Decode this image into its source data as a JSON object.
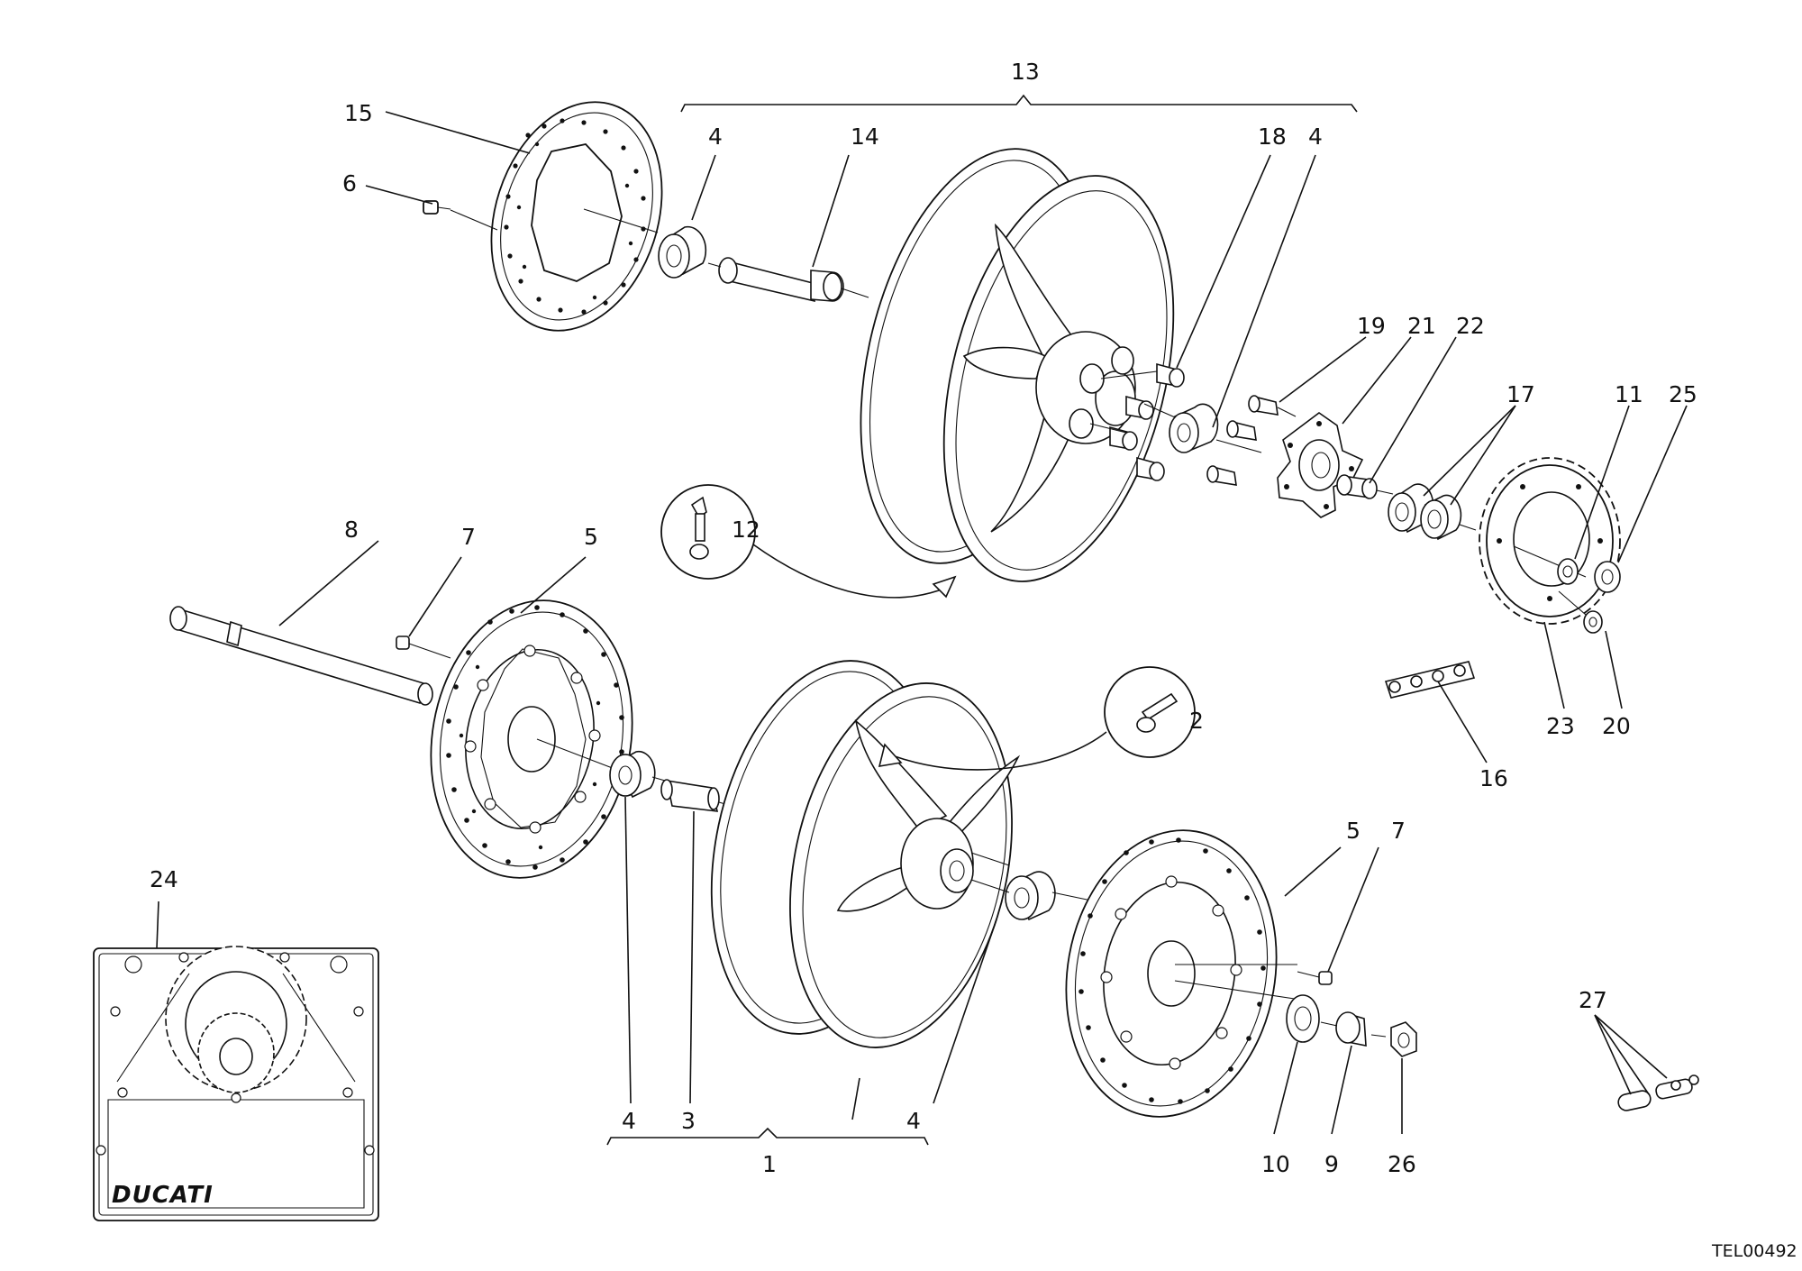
{
  "reference_code": "TEL00492",
  "brand_logo_text": "DUCATI",
  "callouts": {
    "c1": "1",
    "c2": "2",
    "c3": "3",
    "c4a": "4",
    "c4b": "4",
    "c4c": "4",
    "c4d": "4",
    "c5a": "5",
    "c5b": "5",
    "c6": "6",
    "c7a": "7",
    "c7b": "7",
    "c8": "8",
    "c9": "9",
    "c10": "10",
    "c11": "11",
    "c12": "12",
    "c13": "13",
    "c14": "14",
    "c15": "15",
    "c16": "16",
    "c17": "17",
    "c18": "18",
    "c19": "19",
    "c20": "20",
    "c21": "21",
    "c22": "22",
    "c23": "23",
    "c24": "24",
    "c25": "25",
    "c26": "26",
    "c27": "27"
  }
}
